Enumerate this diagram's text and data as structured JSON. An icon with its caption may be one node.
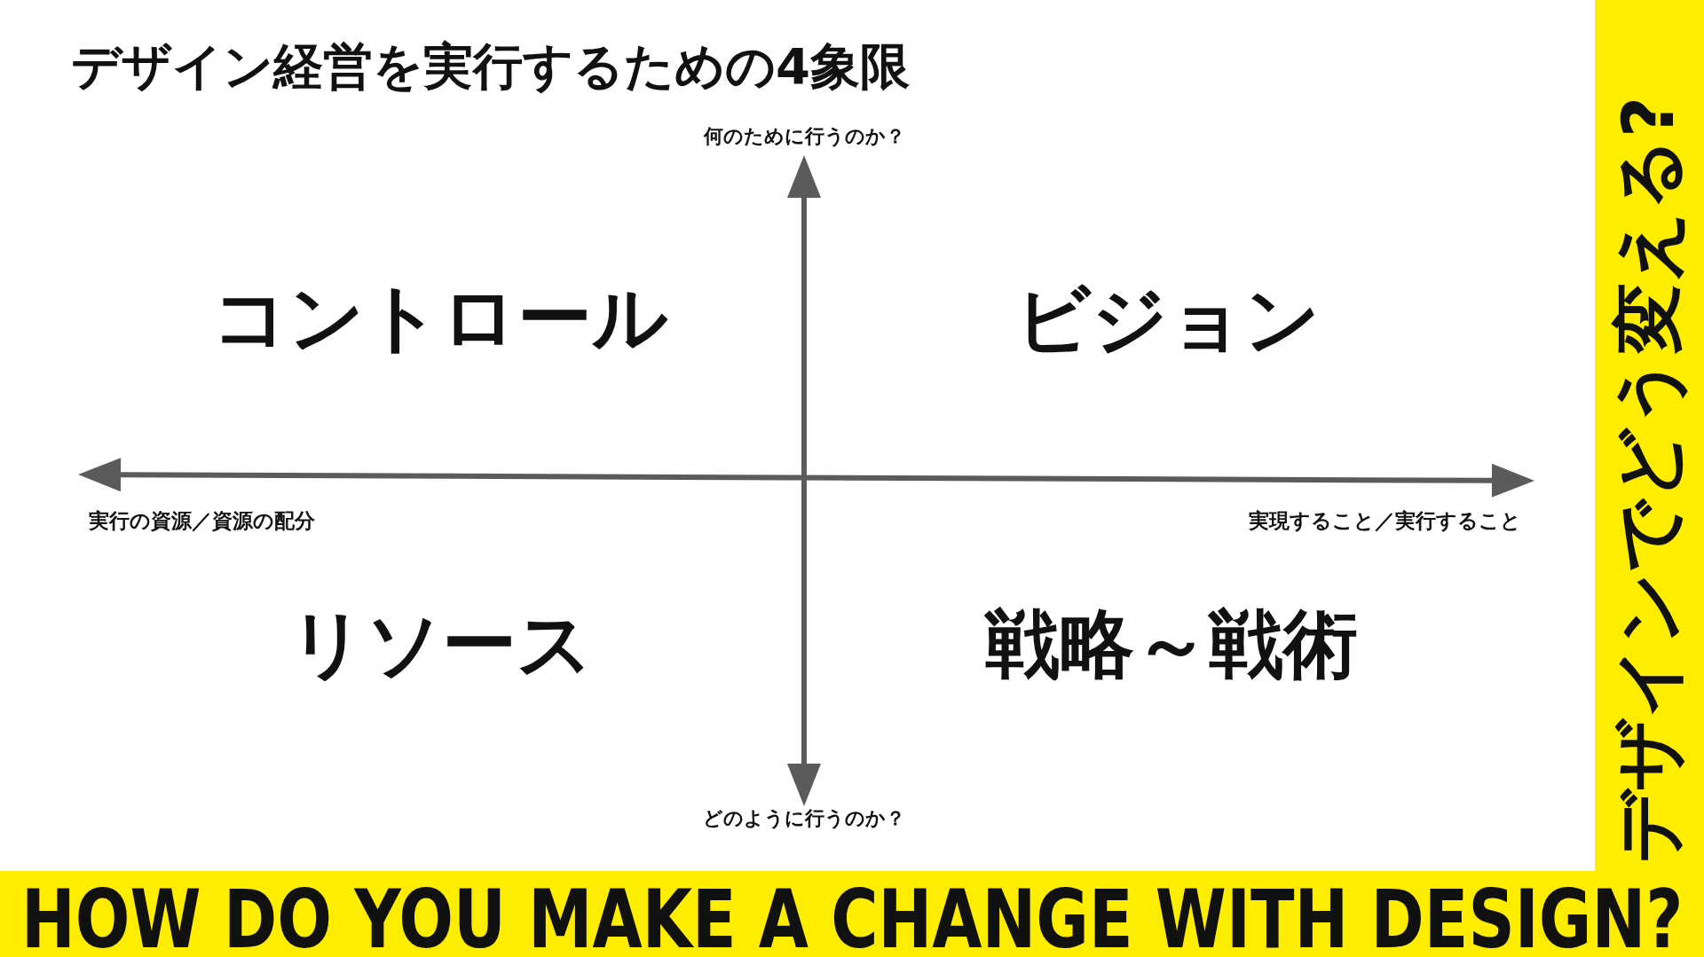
{
  "diagram": {
    "title": "デザイン経営を実行するための4象限",
    "nodes": [
      {
        "text": [
          "デザインでどう変える?"
        ]
      },
      {
        "text": [
          "HOW DO YOU MAKE A CHANGE WITH DESIGN?"
        ]
      }
    ],
    "labels": [
      "何のために行うのか？",
      "コントロール",
      "ビジョン",
      "実行の資源／資源の配分",
      "実現すること／実行すること",
      "リソース",
      "戦略～戦術",
      "どのように行うのか？"
    ]
  }
}
